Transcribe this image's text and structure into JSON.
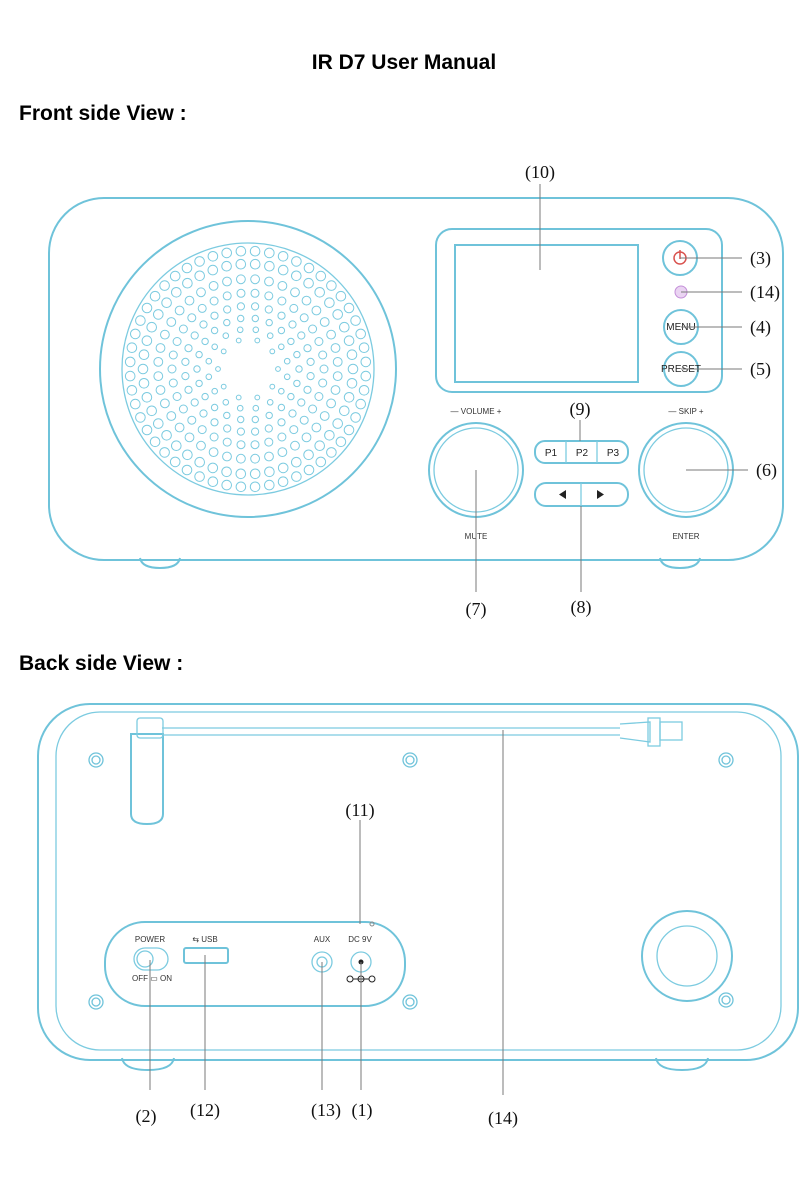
{
  "title": "IR D7 User Manual",
  "front": {
    "heading": "Front side View :",
    "labels": {
      "volume": "— VOLUME +",
      "skip": "—   SKIP   +",
      "mute": "MUTE",
      "enter": "ENTER",
      "menu": "MENU",
      "preset": "PRESET",
      "p1": "P1",
      "p2": "P2",
      "p3": "P3"
    },
    "callouts": [
      "(10)",
      "(3)",
      "(14)",
      "(4)",
      "(5)",
      "(9)",
      "(6)",
      "(7)",
      "(8)"
    ]
  },
  "back": {
    "heading": "Back side View :",
    "labels": {
      "power": "POWER",
      "off_on": "OFF ▭ ON",
      "usb": "⇆ USB",
      "aux": "AUX",
      "dc": "DC 9V"
    },
    "callouts": [
      "(11)",
      "(2)",
      "(12)",
      "(13)",
      "(1)",
      "(14)"
    ]
  },
  "colors": {
    "line": "#6fc3da",
    "power_icon": "#d9534f",
    "mic": "#c48fd9"
  }
}
